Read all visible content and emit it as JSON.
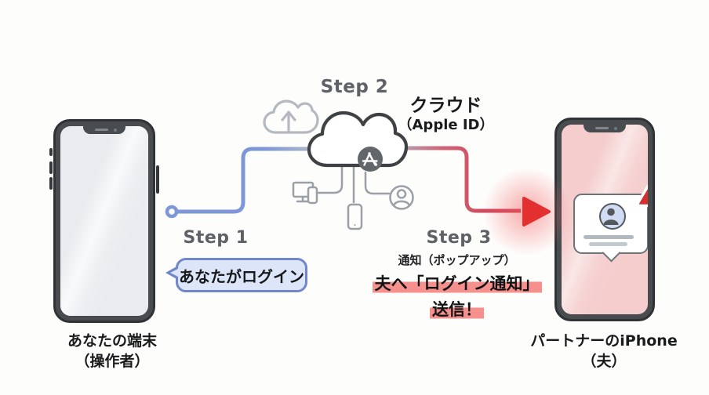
{
  "diagram": {
    "step1_label": "Step 1",
    "step2_label": "Step 2",
    "step3_label": "Step 3",
    "cloud_title": "クラウド",
    "cloud_subtitle": "（Apple ID）",
    "bubble_text": "あなたがログイン",
    "notice_caption": "通知（ポップアップ）",
    "notice_highlight_line1": "夫へ「ログイン通知」",
    "notice_highlight_line2": "送信！",
    "left_device_label_line1": "あなたの端末",
    "left_device_label_line2": "（操作者）",
    "right_device_label_line1": "パートナーのiPhone",
    "right_device_label_line2": "（夫）"
  },
  "icons": {
    "cloud": "cloud-outline-icon",
    "cloud_upload": "cloud-upload-icon",
    "app_store": "app-store-icon",
    "devices": "computer-devices-icon",
    "smartphone": "smartphone-icon",
    "user": "user-circle-icon",
    "warning": "warning-alert-icon",
    "avatar": "user-avatar-icon",
    "arrow": "red-arrow-icon"
  },
  "colors": {
    "line_blue": "#7d97d9",
    "line_red": "#d0475a",
    "arrow_red": "#e23030",
    "highlight_pink": "#f5908d",
    "bubble_fill": "#dce6f8",
    "bubble_border": "#7186cd",
    "step_gray": "#5e6165",
    "phone_frame": "#494c4f",
    "left_screen": "#e9ebee",
    "right_screen": "#f5cdcd",
    "warning_red": "#d62f2f",
    "cloud_stroke": "#3f4245",
    "icon_gray": "#9aa0a6"
  }
}
